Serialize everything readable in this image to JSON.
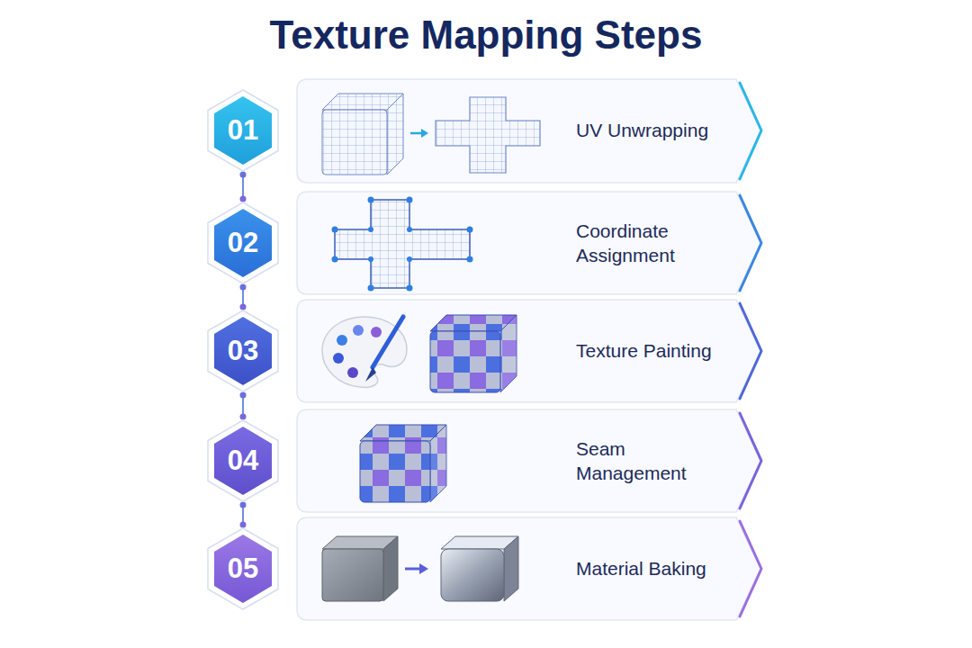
{
  "diagram": {
    "title": "Texture Mapping Steps",
    "nodes": [
      {
        "text": [
          "01"
        ]
      },
      {
        "text": [
          "UV Unwrapping"
        ]
      },
      {
        "text": [
          "02"
        ]
      },
      {
        "text": [
          "Coordinate Assignment"
        ]
      },
      {
        "text": [
          "03"
        ]
      },
      {
        "text": [
          "Texture Painting"
        ]
      },
      {
        "text": [
          "04"
        ]
      },
      {
        "text": [
          "Seam Management"
        ]
      },
      {
        "text": [
          "05"
        ]
      },
      {
        "text": [
          "Material Baking"
        ]
      }
    ],
    "edges": [
      {
        "from": 0,
        "to": 2,
        "arrow": "none"
      },
      {
        "from": 2,
        "to": 4,
        "arrow": "none"
      },
      {
        "from": 4,
        "to": 6,
        "arrow": "none"
      },
      {
        "from": 6,
        "to": 8,
        "arrow": "none"
      }
    ]
  }
}
